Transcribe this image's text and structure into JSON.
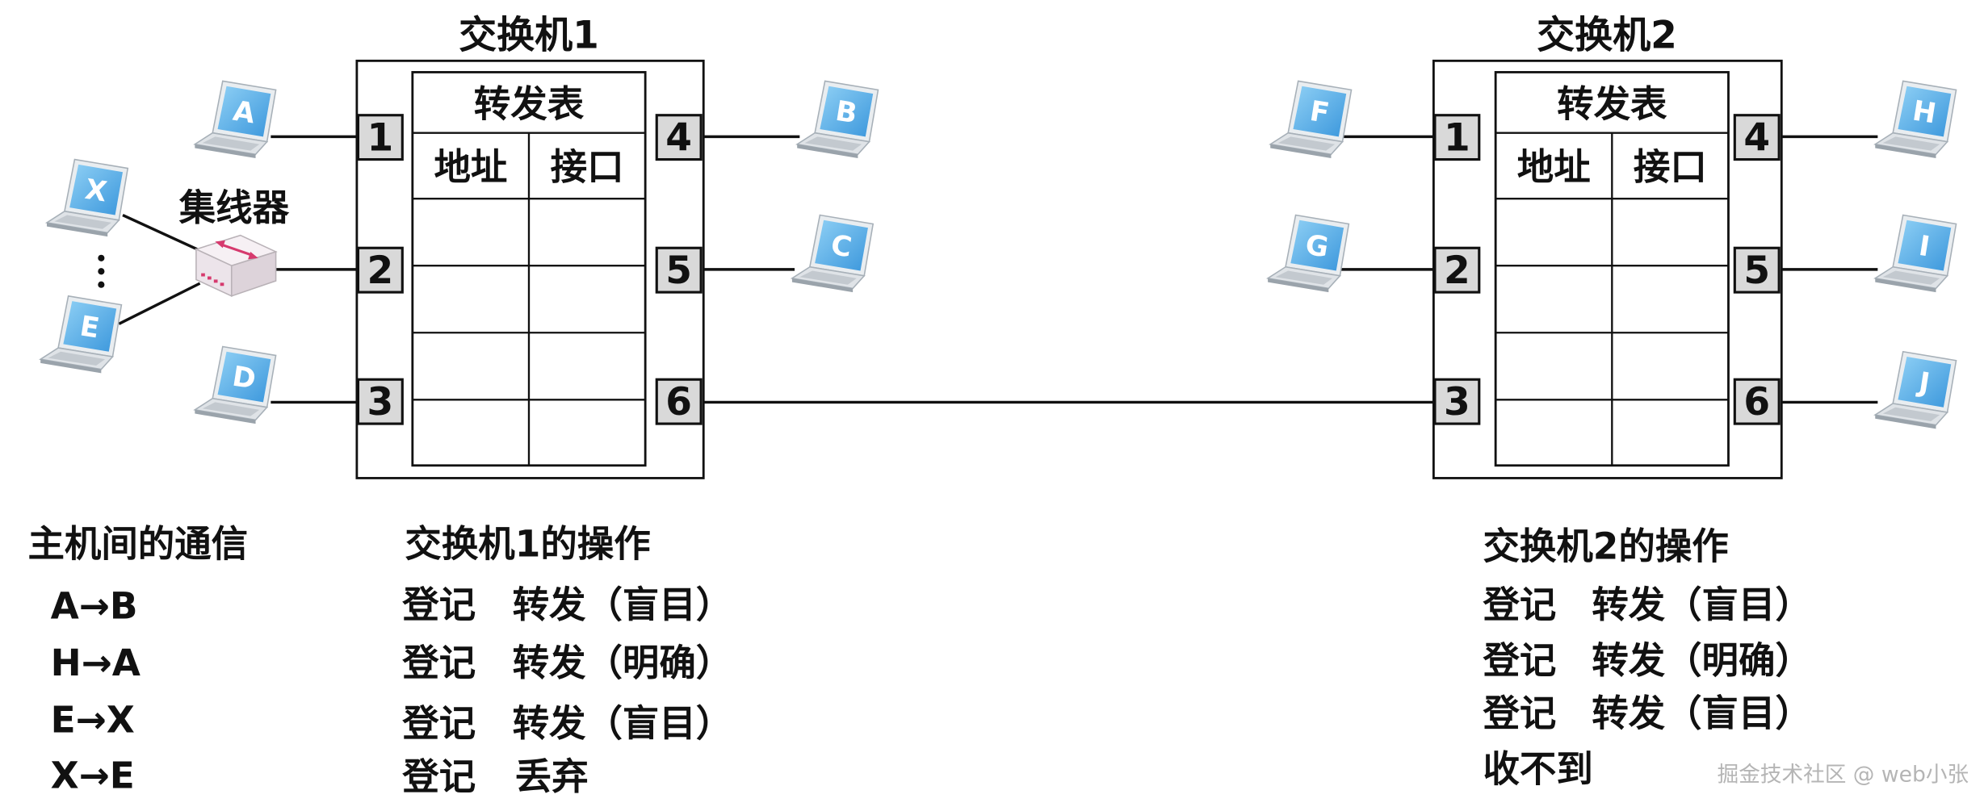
{
  "switches": [
    {
      "title": "交换机1",
      "table": {
        "title": "转发表",
        "headers": [
          "地址",
          "接口"
        ]
      },
      "ports": [
        "1",
        "2",
        "3",
        "4",
        "5",
        "6"
      ]
    },
    {
      "title": "交换机2",
      "table": {
        "title": "转发表",
        "headers": [
          "地址",
          "接口"
        ]
      },
      "ports": [
        "1",
        "2",
        "3",
        "4",
        "5",
        "6"
      ]
    }
  ],
  "hub": {
    "label": "集线器"
  },
  "hosts": [
    "A",
    "X",
    "E",
    "D",
    "B",
    "C",
    "F",
    "G",
    "H",
    "I",
    "J"
  ],
  "icons": {
    "host": "laptop-icon",
    "hub": "hub-icon"
  },
  "communications": {
    "title": "主机间的通信",
    "items": [
      "A→B",
      "H→A",
      "E→X",
      "X→E"
    ]
  },
  "switch1_ops": {
    "title": "交换机1的操作",
    "rows": [
      [
        "登记",
        "转发（盲目）"
      ],
      [
        "登记",
        "转发（明确）"
      ],
      [
        "登记",
        "转发（盲目）"
      ],
      [
        "登记",
        "丢弃"
      ]
    ]
  },
  "switch2_ops": {
    "title": "交换机2的操作",
    "rows": [
      [
        "登记",
        "转发（盲目）"
      ],
      [
        "登记",
        "转发（明确）"
      ],
      [
        "登记",
        "转发（盲目）"
      ],
      [
        "收不到"
      ]
    ]
  },
  "watermark": "掘金技术社区 @ web小张",
  "colors": {
    "port_fill": "#d9d9d9",
    "screen_blue": "#3b97dc",
    "hub_arrow": "#d63a6e",
    "line": "#111111"
  }
}
